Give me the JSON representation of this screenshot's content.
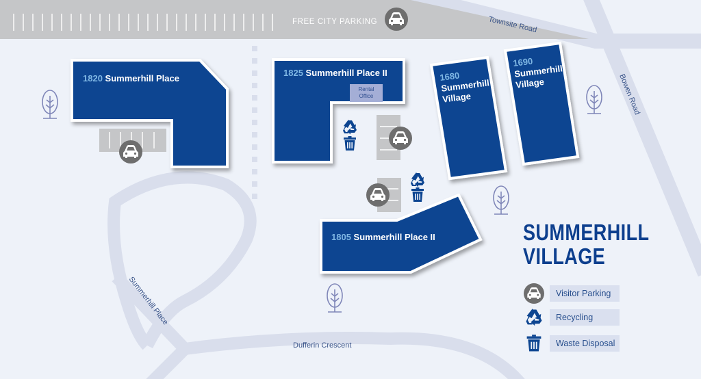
{
  "map": {
    "title_line1": "SUMMERHILL",
    "title_line2": "VILLAGE",
    "colors": {
      "background": "#eef2f9",
      "road": "#d9deec",
      "building": "#0d4591",
      "building_outline": "#ffffff",
      "building_number": "#7fb7e4",
      "parking_strip": "#c5c6c8",
      "parking_icon": "#6e6e6e",
      "recycle_icon": "#0d4591",
      "tree_icon": "#7f86b8",
      "title": "#0d3f8e",
      "legend_label_bg": "#dae0ef"
    }
  },
  "parking_strip": {
    "label": "FREE CITY PARKING",
    "icon": "car-icon"
  },
  "roads": [
    {
      "name": "Townsite Road"
    },
    {
      "name": "Bowen Road"
    },
    {
      "name": "Summerhill Place"
    },
    {
      "name": "Dufferin Crescent"
    }
  ],
  "buildings": [
    {
      "number": "1820",
      "name": "Summerhill Place"
    },
    {
      "number": "1825",
      "name": "Summerhill Place II"
    },
    {
      "number": "1680",
      "name_line1": "Summerhill",
      "name_line2": "Village"
    },
    {
      "number": "1690",
      "name_line1": "Summerhill",
      "name_line2": "Village"
    },
    {
      "number": "1805",
      "name": "Summerhill Place II"
    }
  ],
  "rental_office": {
    "line1": "Rental",
    "line2": "Office"
  },
  "legend": [
    {
      "icon": "car-icon",
      "label": "Visitor Parking"
    },
    {
      "icon": "recycle-icon",
      "label": "Recycling"
    },
    {
      "icon": "trash-icon",
      "label": "Waste Disposal"
    }
  ]
}
